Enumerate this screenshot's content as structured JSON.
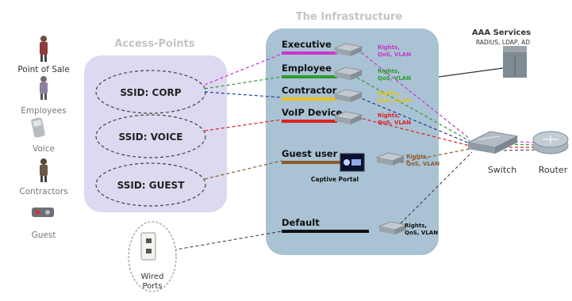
{
  "infra": {
    "title": "The Infrastructure"
  },
  "access_points": {
    "title": "Access-Points",
    "ssids": [
      "SSID: CORP",
      "SSID: VOICE",
      "SSID: GUEST"
    ]
  },
  "clients": {
    "point_of_sale": "Point of Sale",
    "employees": "Employees",
    "voice": "Voice",
    "contractors": "Contractors",
    "guest": "Guest"
  },
  "roles": [
    {
      "label": "Executive",
      "color": "#cc33cc",
      "policy": [
        "Rights,",
        "QoS, VLAN"
      ],
      "policy_color": "#cc33cc"
    },
    {
      "label": "Employee",
      "color": "#2e9b2e",
      "policy": [
        "Rights,",
        "QoS, VLAN"
      ],
      "policy_color": "#2e9b2e"
    },
    {
      "label": "Contractor",
      "color": "#e8c21a",
      "policy": [
        "Rights,",
        "QoS, VLAN"
      ],
      "policy_color": "#e8c21a"
    },
    {
      "label": "VoIP Device",
      "color": "#e02020",
      "policy": [
        "Rights,",
        "QoS, VLAN"
      ],
      "policy_color": "#e02020"
    },
    {
      "label": "Guest user",
      "color": "#8b5a2b",
      "policy": [
        "Rights,",
        "QoS, VLAN"
      ],
      "policy_color": "#8b5a2b"
    },
    {
      "label": "Default",
      "color": "#111111",
      "policy": [
        "Rights,",
        "QoS, VLAN"
      ],
      "policy_color": "#111111"
    }
  ],
  "captive_portal": "Captive Portal",
  "wired_ports": [
    "Wired",
    "Ports"
  ],
  "aaa": {
    "title": "AAA Services",
    "subtitle": "RADIUS, LDAP, AD"
  },
  "switch": "Switch",
  "router": "Router"
}
